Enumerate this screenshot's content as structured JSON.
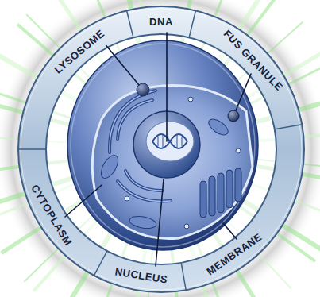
{
  "diagram": {
    "labels": [
      "LYSOSOME",
      "DNA",
      "FUS GRANULE",
      "MEMBRANE",
      "NUCLEUS",
      "CYTOPLASM"
    ]
  }
}
